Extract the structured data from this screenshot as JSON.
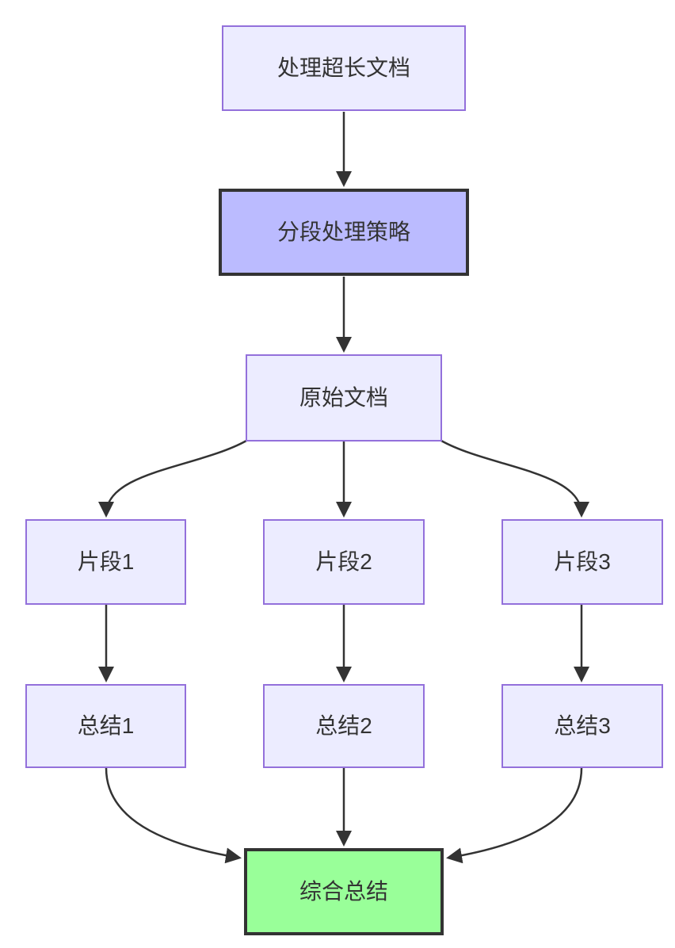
{
  "diagram": {
    "type": "flowchart",
    "direction": "top-down",
    "nodes": {
      "a": {
        "label": "处理超长文档",
        "style": "default"
      },
      "b": {
        "label": "分段处理策略",
        "style": "emphasis-purple"
      },
      "c": {
        "label": "原始文档",
        "style": "default"
      },
      "d1": {
        "label": "片段1",
        "style": "default"
      },
      "d2": {
        "label": "片段2",
        "style": "default"
      },
      "d3": {
        "label": "片段3",
        "style": "default"
      },
      "e1": {
        "label": "总结1",
        "style": "default"
      },
      "e2": {
        "label": "总结2",
        "style": "default"
      },
      "e3": {
        "label": "总结3",
        "style": "default"
      },
      "f": {
        "label": "综合总结",
        "style": "emphasis-green"
      }
    },
    "edges": [
      {
        "from": "a",
        "to": "b",
        "arrow": "arrowhead"
      },
      {
        "from": "b",
        "to": "c",
        "arrow": "arrowhead"
      },
      {
        "from": "c",
        "to": "d1",
        "arrow": "arrowhead"
      },
      {
        "from": "c",
        "to": "d2",
        "arrow": "arrowhead"
      },
      {
        "from": "c",
        "to": "d3",
        "arrow": "arrowhead"
      },
      {
        "from": "d1",
        "to": "e1",
        "arrow": "arrowhead"
      },
      {
        "from": "d2",
        "to": "e2",
        "arrow": "arrowhead"
      },
      {
        "from": "d3",
        "to": "e3",
        "arrow": "arrowhead"
      },
      {
        "from": "e1",
        "to": "f",
        "arrow": "arrowhead"
      },
      {
        "from": "e2",
        "to": "f",
        "arrow": "arrowhead"
      },
      {
        "from": "e3",
        "to": "f",
        "arrow": "arrowhead"
      }
    ],
    "colors": {
      "background": "#FFFFFF",
      "node_fill": "#ECECFF",
      "node_border": "#9370DB",
      "emphasis_fill": "#BBBBFF",
      "emphasis_border": "#333333",
      "result_fill": "#99FF99",
      "result_border": "#333333",
      "edge_stroke": "#333333",
      "text_color": "#333333"
    }
  }
}
